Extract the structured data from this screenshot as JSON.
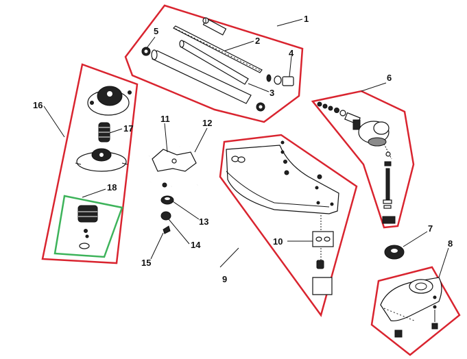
{
  "diagram": {
    "labels": {
      "l1": "1",
      "l2": "2",
      "l3": "3",
      "l4": "4",
      "l5": "5",
      "l6": "6",
      "l7": "7",
      "l8": "8",
      "l9": "9",
      "l10": "10",
      "l11": "11",
      "l12": "12",
      "l13": "13",
      "l14": "14",
      "l15": "15",
      "l16": "16",
      "l17": "17",
      "l18": "18"
    },
    "colors": {
      "group_outline": "#d9242f",
      "subgroup_outline": "#3db35a",
      "ink": "#111111"
    }
  }
}
